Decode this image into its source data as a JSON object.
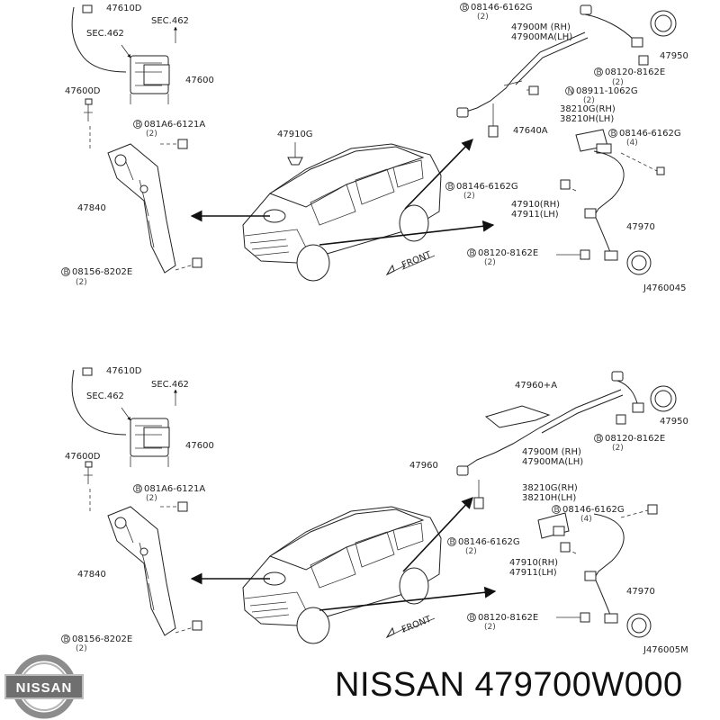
{
  "diagrams": [
    {
      "labels": {
        "p47610D": "47610D",
        "sec462a": "SEC.462",
        "sec462b": "SEC.462",
        "p47600D": "47600D",
        "p47600": "47600",
        "p081A6": "081A6-6121A",
        "q081A6": "(2)",
        "p47840": "47840",
        "p08156": "08156-8202E",
        "q08156": "(2)",
        "p47910G": "47910G",
        "p08146a": "08146-6162G",
        "q08146a": "(2)",
        "p47900": "47900M (RH)",
        "p47900b": "47900MA(LH)",
        "p47950": "47950",
        "p08120a": "08120-8162E",
        "q08120a": "(2)",
        "pN08911": "08911-1062G",
        "qN08911": "(2)",
        "p38210G": "38210G(RH)",
        "p38210H": "38210H(LH)",
        "p47640A": "47640A",
        "p08146b": "08146-6162G",
        "q08146b": "(4)",
        "p08146c": "08146-6162G",
        "q08146c": "(2)",
        "p47910": "47910(RH)",
        "p47911": "47911(LH)",
        "p47970": "47970",
        "p08120b": "08120-8162E",
        "q08120b": "(2)",
        "front": "FRONT",
        "code": "J4760045"
      }
    },
    {
      "labels": {
        "p47610D": "47610D",
        "sec462a": "SEC.462",
        "sec462b": "SEC.462",
        "p47600D": "47600D",
        "p47600": "47600",
        "p081A6": "081A6-6121A",
        "q081A6": "(2)",
        "p47840": "47840",
        "p08156": "08156-8202E",
        "q08156": "(2)",
        "p47960A": "47960+A",
        "p47950": "47950",
        "p08120a": "08120-8162E",
        "q08120a": "(2)",
        "p47900": "47900M (RH)",
        "p47900b": "47900MA(LH)",
        "p47960": "47960",
        "p38210G": "38210G(RH)",
        "p38210H": "38210H(LH)",
        "p08146b": "08146-6162G",
        "q08146b": "(4)",
        "p08146c": "08146-6162G",
        "q08146c": "(2)",
        "p47910": "47910(RH)",
        "p47911": "47911(LH)",
        "p47970": "47970",
        "p08120b": "08120-8162E",
        "q08120b": "(2)",
        "front": "FRONT",
        "code": "J476005M"
      }
    }
  ],
  "brand": {
    "logo_text": "NISSAN",
    "caption": "NISSAN 479700W000"
  }
}
